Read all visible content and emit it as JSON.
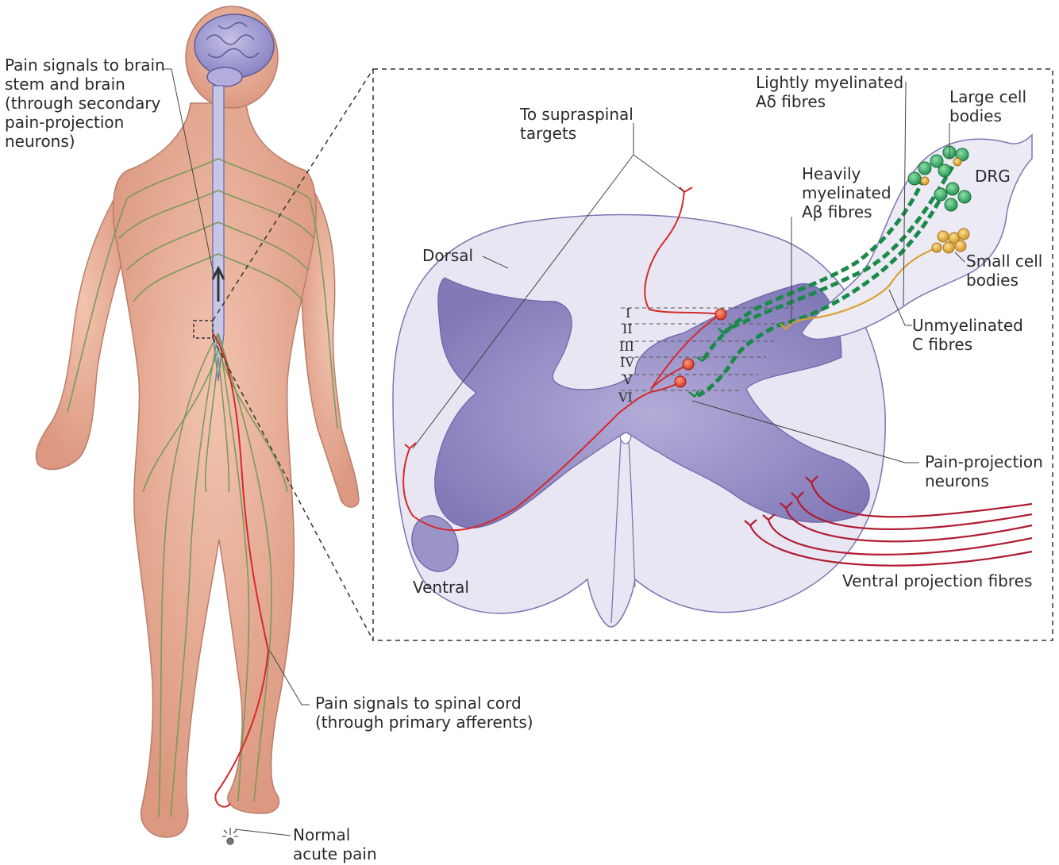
{
  "labels": {
    "brain_signals": "Pain signals to brain\nstem and brain\n(through secondary\npain-projection\nneurons)",
    "spinal_signals": "Pain signals to spinal cord\n(through primary afferents)",
    "acute_pain": "Normal\nacute pain",
    "supraspinal": "To supraspinal\ntargets",
    "dorsal": "Dorsal",
    "ventral": "Ventral",
    "lightly": "Lightly myelinated\nAδ fibres",
    "large_cell": "Large cell\nbodies",
    "drg": "DRG",
    "heavily": "Heavily\nmyelinated\nAβ fibres",
    "small_cell": "Small cell\nbodies",
    "unmyelinated": "Unmyelinated\nC fibres",
    "pain_projection": "Pain-projection\nneurons",
    "ventral_projection": "Ventral projection fibres"
  },
  "laminae": [
    "I",
    "II",
    "III",
    "IV",
    "V",
    "VI"
  ],
  "colors": {
    "skin": "#e9ad98",
    "nerve": "#7a9a5a",
    "pain_fibre": "#d42a2a",
    "grey_matter": "#8e84bd",
    "white_matter": "#e7e5f2",
    "a_delta": "#1a8a4a",
    "c_fibre": "#d8a030",
    "projection": "#b01c30"
  }
}
